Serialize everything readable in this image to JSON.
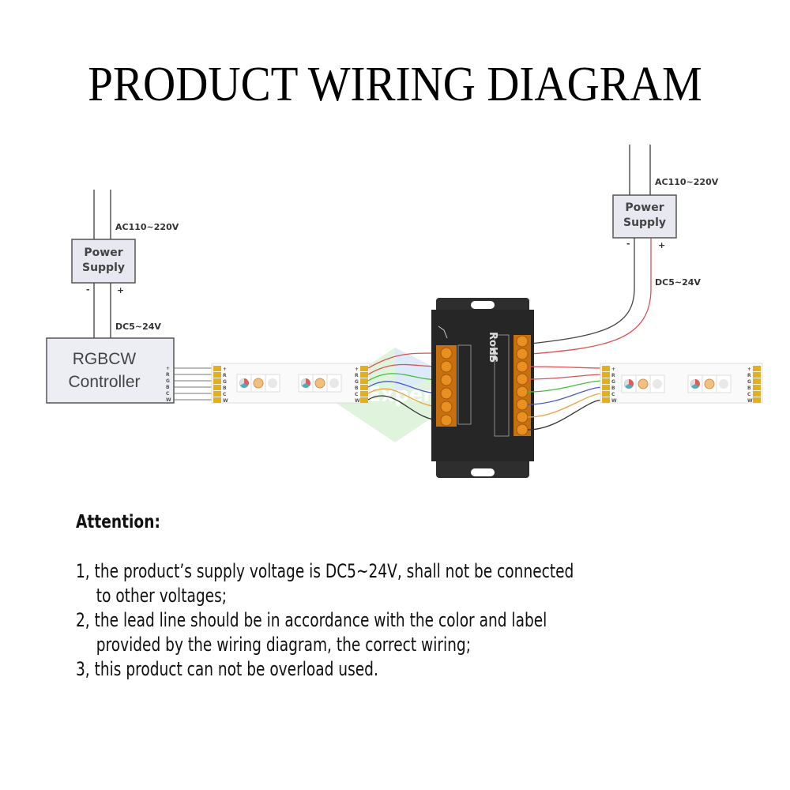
{
  "title": "PRODUCT WIRING DIAGRAM",
  "diagram": {
    "left_power_supply": {
      "label_line1": "Power",
      "label_line2": "Supply",
      "input_label": "AC110~220V",
      "output_label": "DC5~24V",
      "minus": "-",
      "plus": "+"
    },
    "right_power_supply": {
      "label_line1": "Power",
      "label_line2": "Supply",
      "input_label": "AC110~220V",
      "output_label": "DC5~24V",
      "minus": "-",
      "plus": "+"
    },
    "controller": {
      "label_line1": "RGBCW",
      "label_line2": "Controller"
    },
    "pins": [
      "+",
      "R",
      "G",
      "B",
      "C",
      "W"
    ],
    "amplifier": {
      "rohs": "RoHS",
      "ce": "CE"
    },
    "watermark": "FT Expert",
    "wire_colors": {
      "plus": "#e05050",
      "r": "#e05050",
      "g": "#40c040",
      "b": "#4a5ad0",
      "c": "#f0a040",
      "w": "#333333",
      "dc_minus": "#333333",
      "dc_plus": "#e05050"
    }
  },
  "notes": {
    "heading": "Attention:",
    "items": [
      {
        "line1": "1, the product’s supply voltage is DC5~24V, shall not be connected",
        "line2": "to other voltages;"
      },
      {
        "line1": "2, the lead line should be in accordance with the color and label",
        "line2": "provided by the wiring diagram, the correct wiring;"
      },
      {
        "line1": "3, this product can not be overload used.",
        "line2": ""
      }
    ]
  }
}
